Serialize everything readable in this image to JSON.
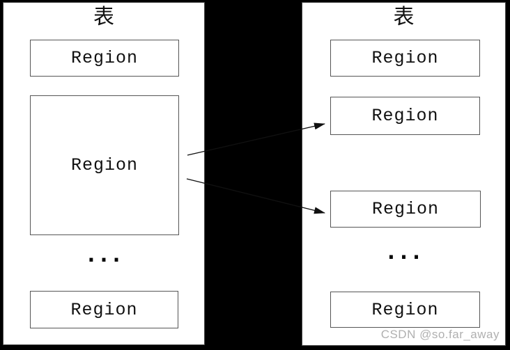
{
  "diagram": {
    "left_table": {
      "title": "表",
      "region_top": "Region",
      "region_large": "Region",
      "ellipsis": "···",
      "region_bottom": "Region"
    },
    "right_table": {
      "title": "表",
      "region_1": "Region",
      "region_2": "Region",
      "region_3": "Region",
      "ellipsis": "···",
      "region_4": "Region"
    },
    "arrows": [
      {
        "from": "left-large-region",
        "to": "right-region-2"
      },
      {
        "from": "left-large-region",
        "to": "right-region-3"
      }
    ],
    "colors": {
      "background": "#000000",
      "panel": "#ffffff",
      "box_border": "#555555",
      "arrow": "#111111",
      "watermark": "#b0b0b0"
    }
  },
  "watermark": {
    "text": "CSDN @so.far_away"
  }
}
